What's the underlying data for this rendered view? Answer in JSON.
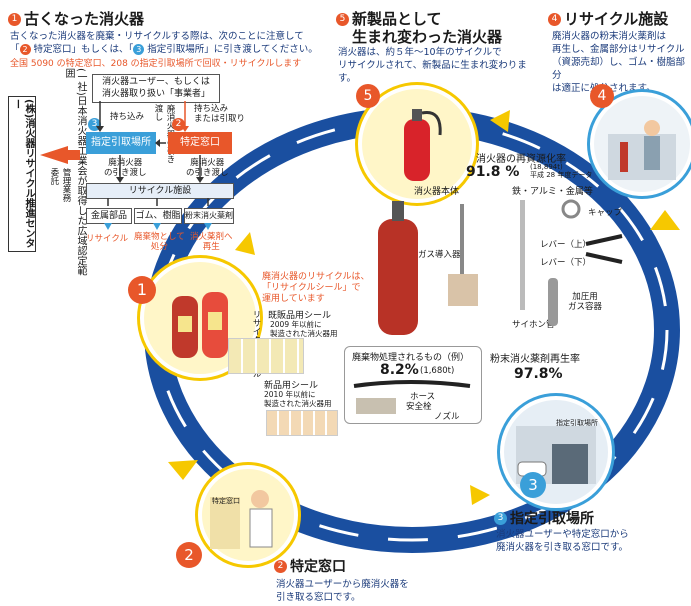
{
  "sec1": {
    "num": "1",
    "title": "古くなった消火器",
    "desc1": "古くなった消火器を廃棄・リサイクルする際は、次のことに注意して",
    "desc2a": "「",
    "desc2_num": "2",
    "desc2b": "特定窓口」もしくは、「",
    "desc2_num3": "3",
    "desc2c": "指定引取場所」に引き渡してください。",
    "note": "全国 5090 の特定窓口、208 の指定引取場所で回収・リサイクルします"
  },
  "flow": {
    "user_line1": "消火器ユーザー、もしくは",
    "user_line2": "消火器取り扱い「事業者」",
    "assoc": "(一社)日本消火器工業会が取得した広域認定範囲",
    "carry_in": "持ち込み",
    "num3": "3",
    "num2": "2",
    "haiki_carry": "廃消火器の引き渡し",
    "carry_or_take": "持ち込み\nまたは引取り",
    "designated": "指定引取場所",
    "specified": "特定窓口",
    "handover1": "廃消火器\nの引き渡し",
    "handover2": "廃消火器\nの引き渡し",
    "recycle_facility": "リサイクル施設",
    "metal": "金属部品",
    "rubber": "ゴム、樹脂",
    "powder": "粉末消火薬剤",
    "out1": "リサイクル",
    "out2": "廃棄物として\n処分",
    "out3": "消火薬剤へ\n再生",
    "center": "(株)消火器リサイクル推進センター",
    "mgmt": "管理業務\n委託"
  },
  "sec5": {
    "num": "5",
    "title1": "新製品として",
    "title2": "生まれ変わった消火器",
    "desc1": "消火器は、約５年〜10年のサイクルで",
    "desc2": "リサイクルされて、新製品に生まれ変わります。"
  },
  "sec4": {
    "num": "4",
    "title": "リサイクル施設",
    "desc1": "廃消火器の粉末消火薬剤は",
    "desc2": "再生し、金属部分はリサイクル",
    "desc3": "（資源売却）し、ゴム・樹脂部分",
    "desc4": "は適正に処分されます。"
  },
  "center": {
    "rate_label": "消火器の再資源化率",
    "rate_value": "91.8 %",
    "rate_note1": "(18,894t)",
    "rate_note2": "平成 28 年度データ",
    "body_label": "消火器本体",
    "metals_label": "鉄・アルミ・金属等",
    "gas_label": "ガス導入器",
    "siphon_label": "サイホン管",
    "cap_label": "キャップ",
    "lever_up": "レバー（上）",
    "lever_down": "レバー（下）",
    "gas_container": "加圧用\nガス容器",
    "seal_note": "廃消火器のリサイクルは、\n「リサイクルシール」で\n運用しています",
    "old_seal_title": "既販品用シール",
    "old_seal_desc": "2009 年以前に\n製造された消火器用",
    "new_seal_title": "新品用シール",
    "new_seal_desc": "2010 年以前に\n製造された消火器用",
    "seal_vertical": "リサイクルシール",
    "waste_label": "廃棄物処理されるもの（例）",
    "waste_value": "8.2%",
    "waste_note": "(1,680t)",
    "hose": "ホース",
    "safety_pin": "安全栓",
    "nozzle": "ノズル",
    "powder_rate_label": "粉末消火薬剤再生率",
    "powder_rate_value": "97.8%"
  },
  "sec3": {
    "num": "3",
    "title": "指定引取場所",
    "desc1": "消火器ユーザーや特定窓口から",
    "desc2": "廃消火器を引き取る窓口です。",
    "sign": "指定引取場所"
  },
  "sec2": {
    "num": "2",
    "title": "特定窓口",
    "desc1": "消火器ユーザーから廃消火器を",
    "desc2": "引き取る窓口です。",
    "sign": "特定窓口"
  },
  "colors": {
    "ring": "#1a4fa0",
    "accent_red": "#e8572a",
    "accent_blue": "#3a9fd9"
  }
}
